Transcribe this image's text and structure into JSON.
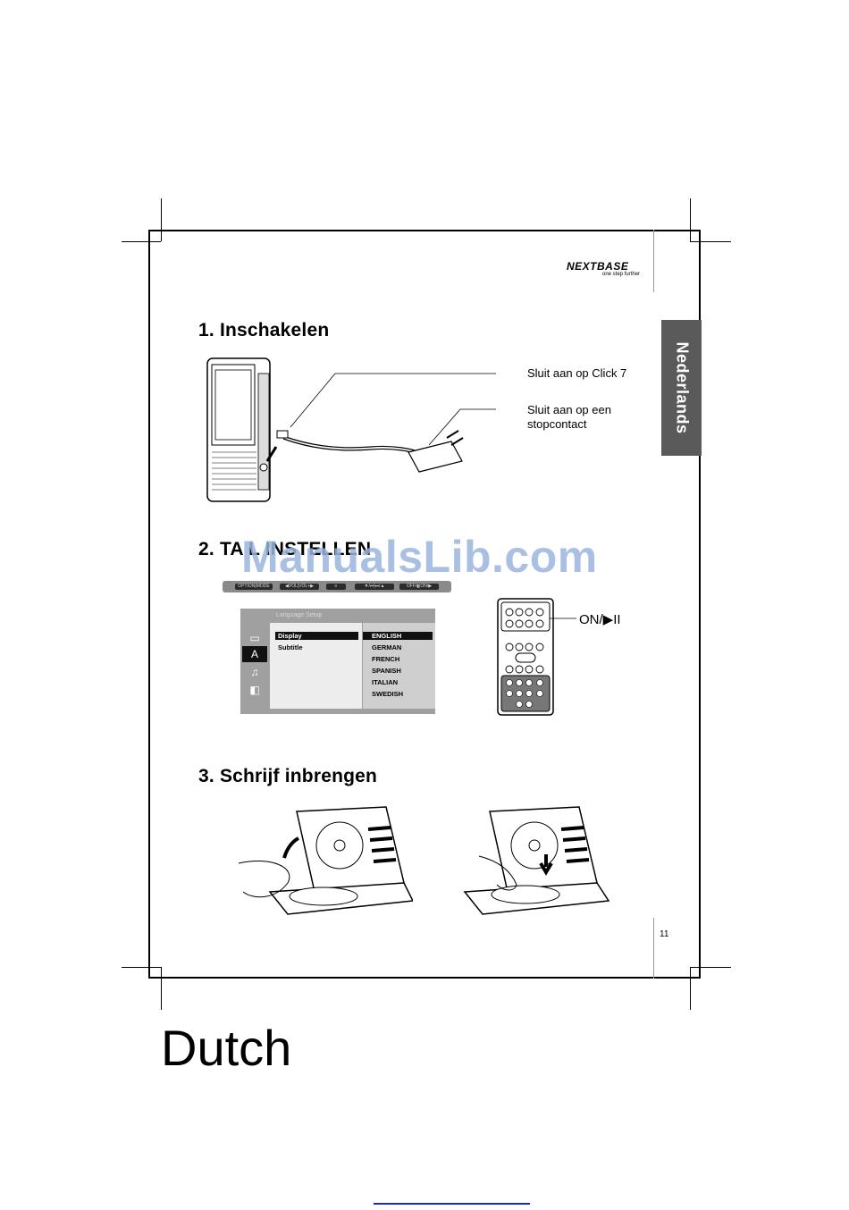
{
  "brand": {
    "logo_text": "NEXTBASE",
    "tagline": "one step further"
  },
  "side_tab": "Nederlands",
  "sections": [
    {
      "title": "1. Inschakelen"
    },
    {
      "title": "2. TA  L INSTELLEN"
    },
    {
      "title": "3. Schrijf inbrengen"
    }
  ],
  "step1": {
    "label_connect": "Sluit aan op Click 7",
    "label_outlet_line1": "Sluit aan op een",
    "label_outlet_line2": "stopcontact"
  },
  "toolbar": [
    "OPTION|MODE",
    "◀VOL|VOL+▶",
    "≡",
    "▼/⏮|⏭/▲",
    "OFF/▮|ON/▶"
  ],
  "menu": {
    "header": "Language Setup",
    "left_items": [
      "Display",
      "Subtitle"
    ],
    "options": [
      "ENGLISH",
      "GERMAN",
      "FRENCH",
      "SPANISH",
      "ITALIAN",
      "SWEDISH"
    ],
    "selected_option": "ENGLISH"
  },
  "remote_label": "ON/▶II",
  "watermark": "ManualsLib.com",
  "page_number": "11",
  "footer_language": "Dutch"
}
